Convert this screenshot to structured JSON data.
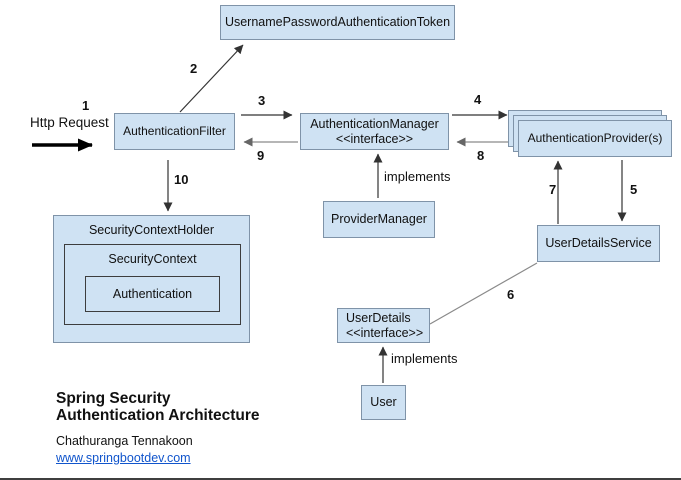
{
  "colors": {
    "box_fill": "#cfe2f3",
    "box_border": "#7f93a8",
    "inner_border": "#3d3d3d",
    "arrow": "#333333",
    "link_color": "#1155cc",
    "text_color": "#111111"
  },
  "boxes": {
    "token": {
      "label": "UsernamePasswordAuthenticationToken"
    },
    "filter": {
      "label": "AuthenticationFilter"
    },
    "manager": {
      "label": "AuthenticationManager",
      "stereotype": "<<interface>>"
    },
    "providers": {
      "label": "AuthenticationProvider(s)"
    },
    "provider_manager": {
      "label": "ProviderManager"
    },
    "user_details_service": {
      "label": "UserDetailsService"
    },
    "security_context_holder": {
      "label": "SecurityContextHolder"
    },
    "security_context": {
      "label": "SecurityContext"
    },
    "authentication": {
      "label": "Authentication"
    },
    "user_details": {
      "label": "UserDetails",
      "stereotype": "<<interface>>"
    },
    "user": {
      "label": "User"
    }
  },
  "labels": {
    "http_request": "Http Request",
    "implements_manager": "implements",
    "implements_user": "implements"
  },
  "step_numbers": {
    "s1": "1",
    "s2": "2",
    "s3": "3",
    "s4": "4",
    "s5": "5",
    "s6": "6",
    "s7": "7",
    "s8": "8",
    "s9": "9",
    "s10": "10"
  },
  "footer": {
    "title_line1": "Spring Security",
    "title_line2": "Authentication Architecture",
    "author": "Chathuranga Tennakoon",
    "website": "www.springbootdev.com"
  }
}
